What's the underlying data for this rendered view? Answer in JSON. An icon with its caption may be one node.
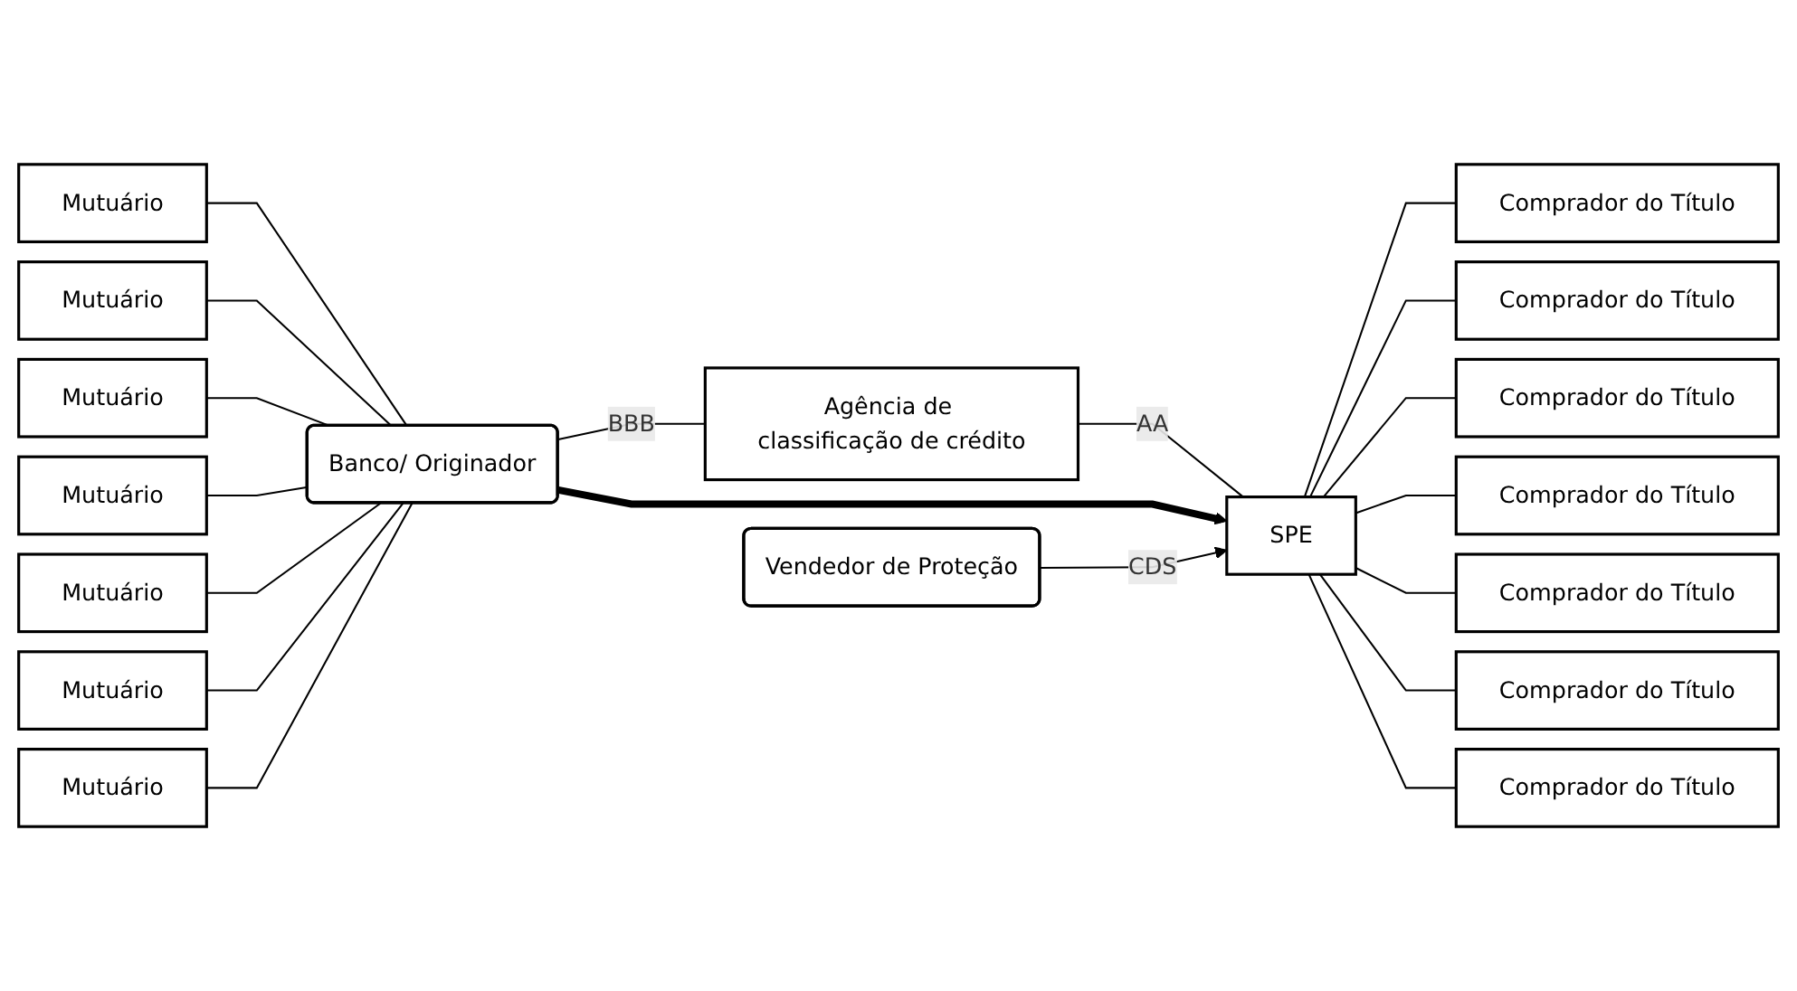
{
  "diagram": {
    "nodes": [
      {
        "text": [
          "Mutuário"
        ]
      },
      {
        "text": [
          "Mutuário"
        ]
      },
      {
        "text": [
          "Mutuário"
        ]
      },
      {
        "text": [
          "Mutuário"
        ]
      },
      {
        "text": [
          "Mutuário"
        ]
      },
      {
        "text": [
          "Mutuário"
        ]
      },
      {
        "text": [
          "Mutuário"
        ]
      },
      {
        "text": [
          "Agência de classificação de crédito"
        ]
      },
      {
        "text": [
          "Banco/ Originador"
        ]
      },
      {
        "text": [
          "SPE"
        ]
      },
      {
        "text": [
          "Vendedor de Proteção"
        ]
      },
      {
        "text": [
          "Comprador do Título"
        ]
      },
      {
        "text": [
          "Comprador do Título"
        ]
      },
      {
        "text": [
          "Comprador do Título"
        ]
      },
      {
        "text": [
          "Comprador do Título"
        ]
      },
      {
        "text": [
          "Comprador do Título"
        ]
      },
      {
        "text": [
          "Comprador do Título"
        ]
      },
      {
        "text": [
          "Comprador do Título"
        ]
      }
    ],
    "edges": [
      {
        "from": 0,
        "to": 8,
        "arrow": "none"
      },
      {
        "from": 1,
        "to": 8,
        "arrow": "none"
      },
      {
        "from": 2,
        "to": 8,
        "arrow": "none"
      },
      {
        "from": 3,
        "to": 8,
        "arrow": "none"
      },
      {
        "from": 4,
        "to": 8,
        "arrow": "none"
      },
      {
        "from": 5,
        "to": 8,
        "arrow": "none"
      },
      {
        "from": 6,
        "to": 8,
        "arrow": "none"
      },
      {
        "from": 8,
        "to": 7,
        "arrow": "none",
        "label": "BBB"
      },
      {
        "from": 7,
        "to": 9,
        "arrow": "none",
        "label": "AA"
      },
      {
        "from": 8,
        "to": 9,
        "arrow": "to",
        "style": "thick"
      },
      {
        "from": 10,
        "to": 9,
        "arrow": "to",
        "label": "CDS"
      },
      {
        "from": 9,
        "to": 11,
        "arrow": "none"
      },
      {
        "from": 9,
        "to": 12,
        "arrow": "none"
      },
      {
        "from": 9,
        "to": 13,
        "arrow": "none"
      },
      {
        "from": 9,
        "to": 14,
        "arrow": "none"
      },
      {
        "from": 9,
        "to": 15,
        "arrow": "none"
      },
      {
        "from": 9,
        "to": 16,
        "arrow": "none"
      },
      {
        "from": 9,
        "to": 17,
        "arrow": "none"
      }
    ]
  }
}
